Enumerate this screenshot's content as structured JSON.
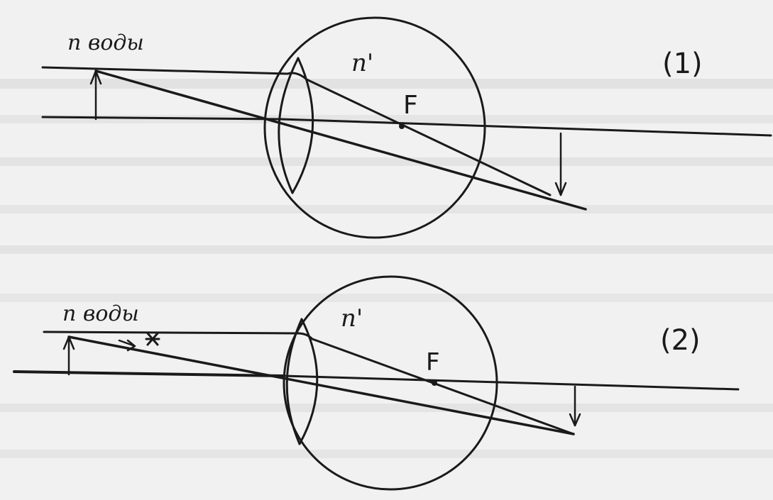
{
  "diagram_1": {
    "medium_label": "n воды",
    "lens_label": "n'",
    "focus_label": "F",
    "number_label": "(1)"
  },
  "diagram_2": {
    "medium_label": "n воды",
    "lens_label": "n'",
    "focus_label": "F",
    "number_label": "(2)"
  },
  "colors": {
    "ink": "#1a1a1a",
    "paper": "#f1f1f1",
    "bleed_through": "#9a9a9a"
  }
}
